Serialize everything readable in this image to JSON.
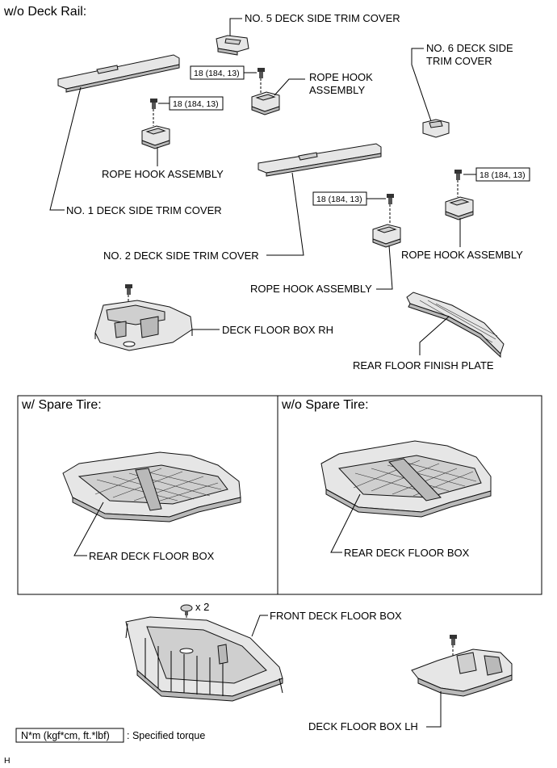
{
  "headers": {
    "top": "w/o Deck Rail:",
    "left_panel": "w/ Spare Tire:",
    "right_panel": "w/o Spare Tire:"
  },
  "labels": {
    "no5_cover": "NO. 5 DECK SIDE TRIM COVER",
    "no6_cover_line1": "NO. 6 DECK SIDE",
    "no6_cover_line2": "TRIM COVER",
    "rope_hook_top_line1": "ROPE HOOK",
    "rope_hook_top_line2": "ASSEMBLY",
    "rope_hook_left": "ROPE HOOK ASSEMBLY",
    "no1_cover": "NO. 1 DECK SIDE TRIM COVER",
    "no2_cover": "NO. 2 DECK SIDE TRIM COVER",
    "rope_hook_right": "ROPE HOOK ASSEMBLY",
    "rope_hook_mid": "ROPE HOOK ASSEMBLY",
    "floor_box_rh": "DECK FLOOR BOX RH",
    "finish_plate": "REAR FLOOR FINISH PLATE",
    "rear_box_left": "REAR DECK FLOOR BOX",
    "rear_box_right": "REAR DECK FLOOR BOX",
    "front_box": "FRONT DECK FLOOR BOX",
    "qty": "x 2",
    "floor_box_lh": "DECK FLOOR BOX LH"
  },
  "torques": {
    "t1": "18 (184, 13)",
    "t2": "18 (184, 13)",
    "t3": "18 (184, 13)",
    "t4": "18 (184, 13)"
  },
  "legend": {
    "box_text": "N*m (kgf*cm, ft.*lbf)",
    "desc": ": Specified torque"
  },
  "footer_code": "H"
}
